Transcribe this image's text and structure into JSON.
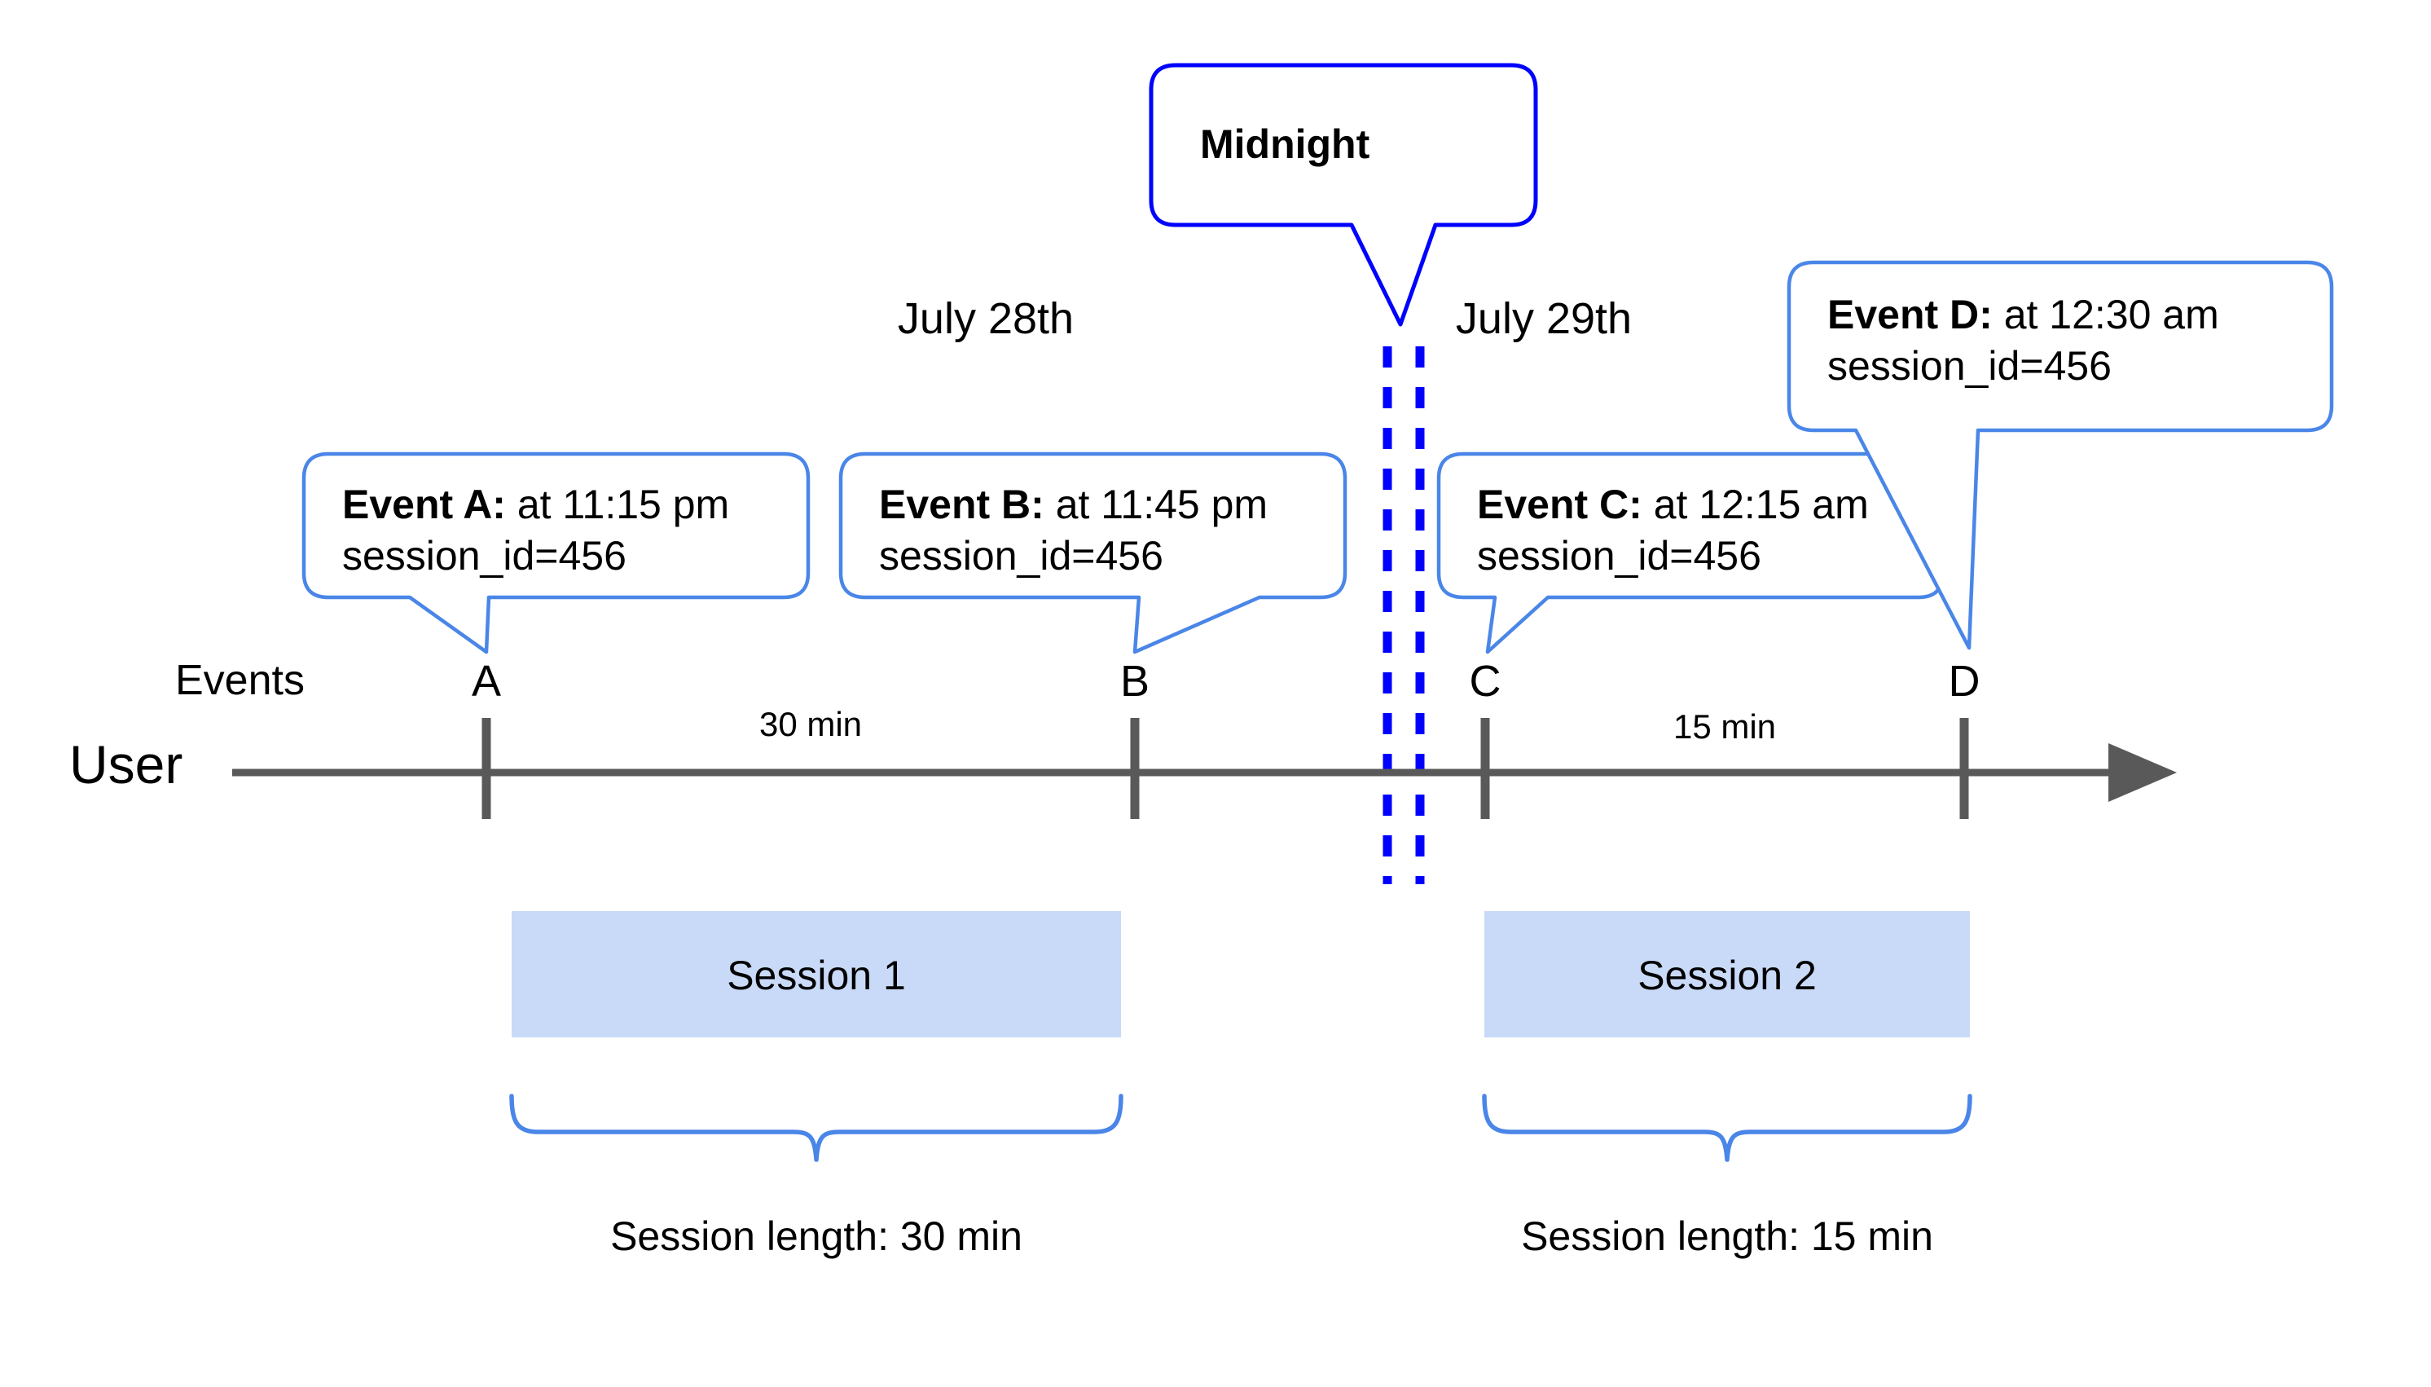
{
  "diagram": {
    "title_row_labels": {
      "events_row": "Events",
      "user_row": "User"
    },
    "dates": {
      "left": "July 28th",
      "right": "July 29th"
    },
    "midnight_callout": {
      "label": "Midnight",
      "border_color": "#0000FF"
    },
    "axis": {
      "color": "#595959",
      "arrow": "right-arrow"
    },
    "event_markers": [
      {
        "letter": "A"
      },
      {
        "letter": "B"
      },
      {
        "letter": "C"
      },
      {
        "letter": "D"
      }
    ],
    "event_callouts": [
      {
        "id": "A",
        "title": "Event A:",
        "time_text": " at 11:15 pm",
        "detail": "session_id=456"
      },
      {
        "id": "B",
        "title": "Event B:",
        "time_text": " at 11:45 pm",
        "detail": "session_id=456"
      },
      {
        "id": "C",
        "title": "Event C:",
        "time_text": " at 12:15 am",
        "detail": "session_id=456"
      },
      {
        "id": "D",
        "title": "Event D:",
        "time_text": " at 12:30 am",
        "detail": "session_id=456"
      }
    ],
    "gap_labels": [
      {
        "id": "ab",
        "text": "30 min"
      },
      {
        "id": "cd",
        "text": "15 min"
      }
    ],
    "sessions": [
      {
        "id": "session-1",
        "label": "Session 1",
        "length_label": "Session length: 30 min",
        "fill_color": "#C9DAF8"
      },
      {
        "id": "session-2",
        "label": "Session 2",
        "length_label": "Session length: 15 min",
        "fill_color": "#C9DAF8"
      }
    ],
    "colors": {
      "callout_border": "#4A86E8",
      "midnight_blue": "#0000FF",
      "axis_gray": "#595959",
      "session_fill": "#C9DAF8",
      "brace": "#4A86E8"
    }
  }
}
